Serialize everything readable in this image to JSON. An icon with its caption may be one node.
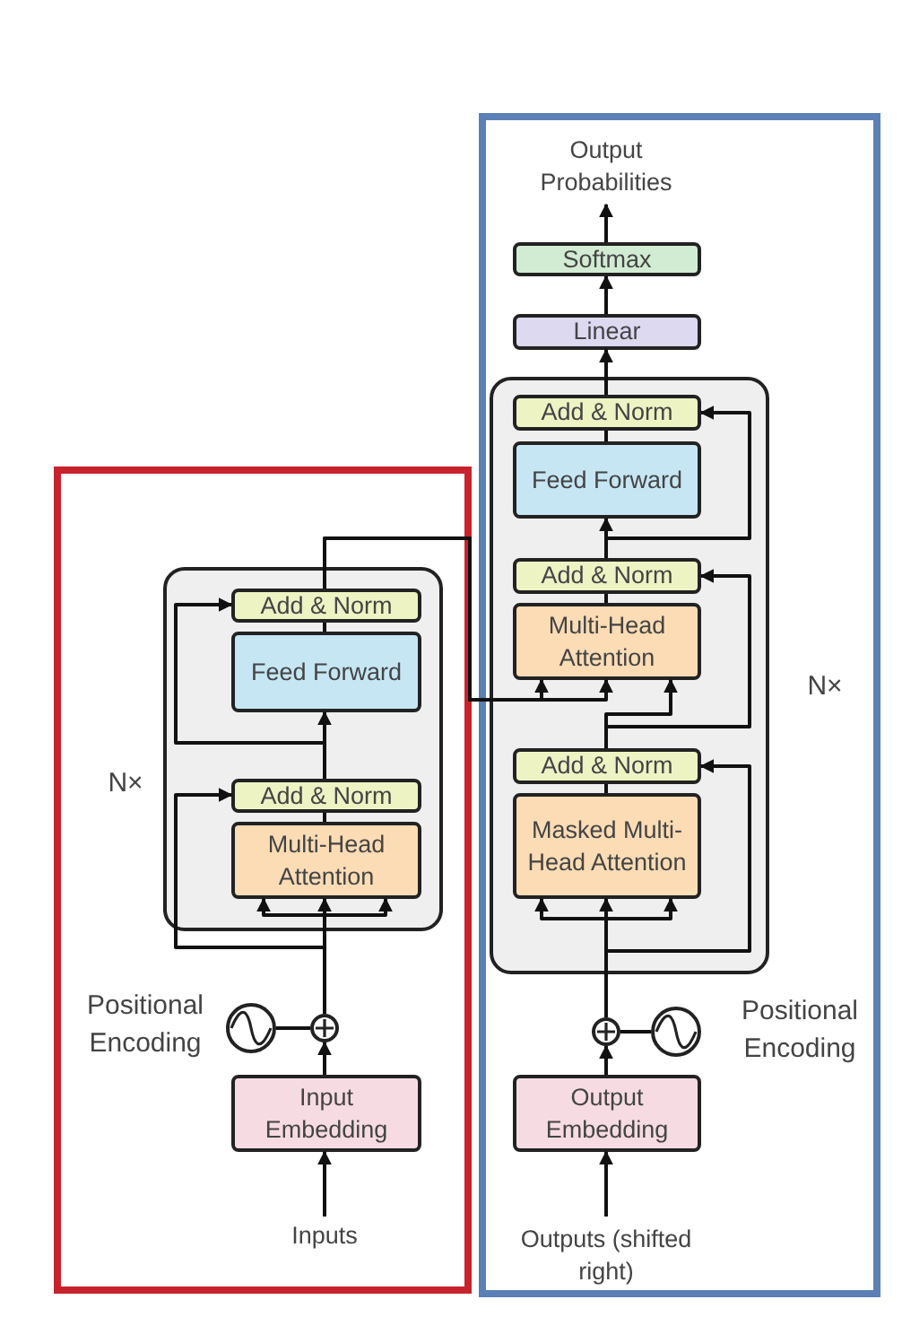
{
  "diagram": {
    "nodes": [
      {
        "text": [],
        "shape": "box"
      },
      {
        "text": [],
        "shape": "box"
      },
      {
        "text": [],
        "shape": "box",
        "in": 0,
        "beside": [
          "N×"
        ]
      },
      {
        "text": [
          "Add & Norm"
        ],
        "in": 2
      },
      {
        "text": [
          "Feed Forward"
        ],
        "in": 2
      },
      {
        "text": [
          "Add & Norm"
        ],
        "in": 2
      },
      {
        "text": [
          "Multi-Head Attention"
        ],
        "in": 2
      },
      {
        "text": [],
        "shape": "circle",
        "in": 0
      },
      {
        "text": [],
        "shape": "circle",
        "in": 0,
        "beside": [
          "Positional Encoding"
        ]
      },
      {
        "text": [
          "Input Embedding"
        ],
        "in": 0
      },
      {
        "text": [
          "Inputs"
        ],
        "in": 0
      },
      {
        "text": [
          "Output Probabilities"
        ],
        "in": 1
      },
      {
        "text": [
          "Softmax"
        ],
        "in": 1
      },
      {
        "text": [
          "Linear"
        ],
        "in": 1
      },
      {
        "text": [],
        "shape": "box",
        "in": 1,
        "beside": [
          "N×"
        ]
      },
      {
        "text": [
          "Add & Norm"
        ],
        "in": 14
      },
      {
        "text": [
          "Feed Forward"
        ],
        "in": 14
      },
      {
        "text": [
          "Add & Norm"
        ],
        "in": 14
      },
      {
        "text": [
          "Multi-Head Attention"
        ],
        "in": 14
      },
      {
        "text": [
          "Add & Norm"
        ],
        "in": 14
      },
      {
        "text": [
          "Masked Multi-Head Attention"
        ],
        "in": 14
      },
      {
        "text": [],
        "shape": "circle",
        "in": 1
      },
      {
        "text": [],
        "shape": "circle",
        "in": 1,
        "beside": [
          "Positional Encoding"
        ]
      },
      {
        "text": [
          "Output Embedding"
        ],
        "in": 1
      },
      {
        "text": [
          "Outputs (shifted right)"
        ],
        "in": 1
      }
    ],
    "edges": [
      {
        "from": 10,
        "to": 9,
        "arrow": "to"
      },
      {
        "from": 9,
        "to": 7,
        "arrow": "to"
      },
      {
        "from": 8,
        "to": 7,
        "arrow": "none"
      },
      {
        "from": 7,
        "to": 6,
        "arrow": "to"
      },
      {
        "from": 7,
        "to": 6,
        "arrow": "to"
      },
      {
        "from": 7,
        "to": 6,
        "arrow": "to"
      },
      {
        "from": 7,
        "to": 5,
        "arrow": "to"
      },
      {
        "from": 6,
        "to": 5,
        "arrow": "none"
      },
      {
        "from": 5,
        "to": 4,
        "arrow": "to"
      },
      {
        "from": 5,
        "to": 3,
        "arrow": "to"
      },
      {
        "from": 4,
        "to": 3,
        "arrow": "none"
      },
      {
        "from": 3,
        "to": 18,
        "arrow": "to"
      },
      {
        "from": 3,
        "to": 18,
        "arrow": "to"
      },
      {
        "from": 24,
        "to": 23,
        "arrow": "to"
      },
      {
        "from": 23,
        "to": 21,
        "arrow": "to"
      },
      {
        "from": 22,
        "to": 21,
        "arrow": "none"
      },
      {
        "from": 21,
        "to": 20,
        "arrow": "to"
      },
      {
        "from": 21,
        "to": 20,
        "arrow": "to"
      },
      {
        "from": 21,
        "to": 20,
        "arrow": "to"
      },
      {
        "from": 21,
        "to": 19,
        "arrow": "to"
      },
      {
        "from": 20,
        "to": 19,
        "arrow": "none"
      },
      {
        "from": 19,
        "to": 18,
        "arrow": "to"
      },
      {
        "from": 19,
        "to": 17,
        "arrow": "to"
      },
      {
        "from": 18,
        "to": 17,
        "arrow": "none"
      },
      {
        "from": 17,
        "to": 16,
        "arrow": "to"
      },
      {
        "from": 17,
        "to": 15,
        "arrow": "to"
      },
      {
        "from": 16,
        "to": 15,
        "arrow": "none"
      },
      {
        "from": 15,
        "to": 13,
        "arrow": "to"
      },
      {
        "from": 13,
        "to": 12,
        "arrow": "to"
      },
      {
        "from": 12,
        "to": 11,
        "arrow": "to"
      }
    ]
  }
}
